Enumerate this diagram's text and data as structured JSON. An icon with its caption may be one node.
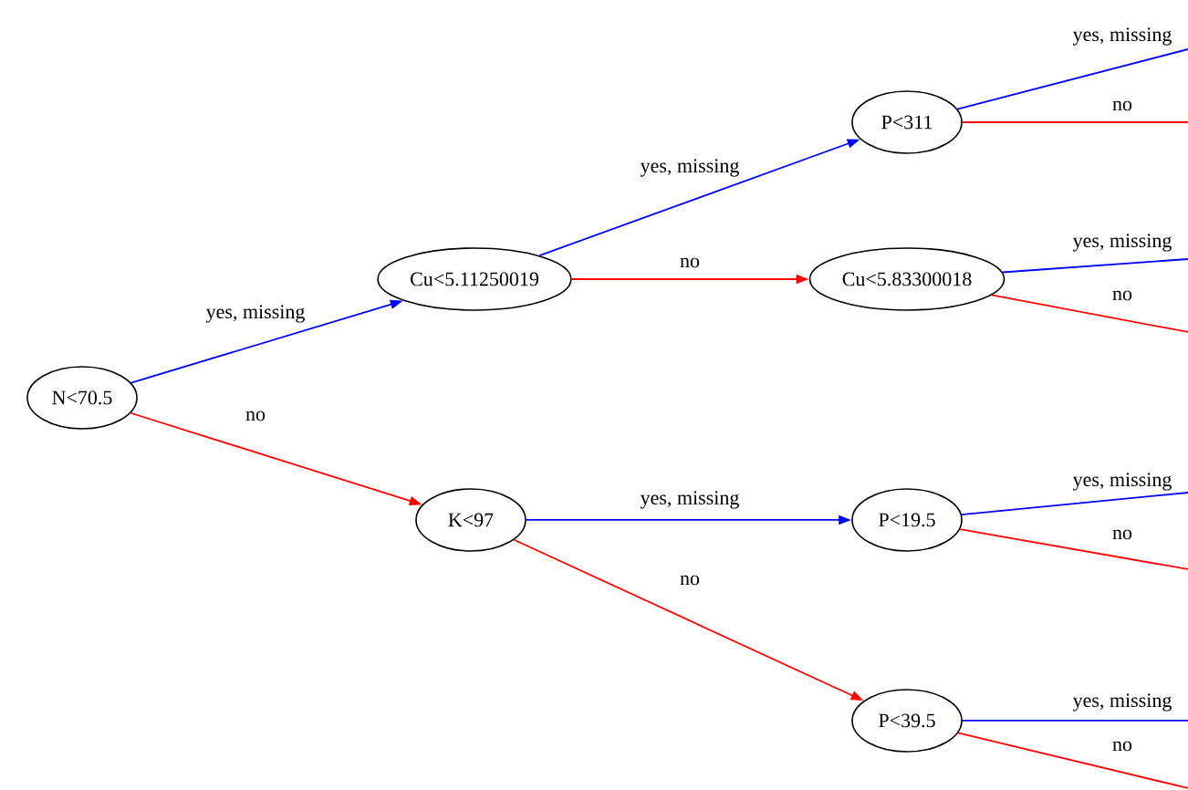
{
  "diagram": {
    "nodes": [
      {
        "text": [
          "N<70.5"
        ]
      },
      {
        "text": [
          "Cu<5.11250019"
        ]
      },
      {
        "text": [
          "K<97"
        ]
      },
      {
        "text": [
          "P<311"
        ]
      },
      {
        "text": [
          "Cu<5.83300018"
        ]
      },
      {
        "text": [
          "P<19.5"
        ]
      },
      {
        "text": [
          "P<39.5"
        ]
      }
    ],
    "edges": [
      {
        "from": 0,
        "to": 1,
        "arrow": "to",
        "label": "yes, missing",
        "color": "#0000ff"
      },
      {
        "from": 0,
        "to": 2,
        "arrow": "to",
        "label": "no",
        "color": "#ff0000"
      },
      {
        "from": 1,
        "to": 3,
        "arrow": "to",
        "label": "yes, missing",
        "color": "#0000ff"
      },
      {
        "from": 1,
        "to": 4,
        "arrow": "to",
        "label": "no",
        "color": "#ff0000"
      },
      {
        "from": 2,
        "to": 5,
        "arrow": "to",
        "label": "yes, missing",
        "color": "#0000ff"
      },
      {
        "from": 2,
        "to": 6,
        "arrow": "to",
        "label": "no",
        "color": "#ff0000"
      },
      {
        "from": 3,
        "to": null,
        "arrow": "none",
        "label": "yes, missing",
        "color": "#0000ff"
      },
      {
        "from": 3,
        "to": null,
        "arrow": "none",
        "label": "no",
        "color": "#ff0000"
      },
      {
        "from": 4,
        "to": null,
        "arrow": "none",
        "label": "yes, missing",
        "color": "#0000ff"
      },
      {
        "from": 4,
        "to": null,
        "arrow": "none",
        "label": "no",
        "color": "#ff0000"
      },
      {
        "from": 5,
        "to": null,
        "arrow": "none",
        "label": "yes, missing",
        "color": "#0000ff"
      },
      {
        "from": 5,
        "to": null,
        "arrow": "none",
        "label": "no",
        "color": "#ff0000"
      },
      {
        "from": 6,
        "to": null,
        "arrow": "none",
        "label": "yes, missing",
        "color": "#0000ff"
      },
      {
        "from": 6,
        "to": null,
        "arrow": "none",
        "label": "no",
        "color": "#ff0000"
      }
    ]
  }
}
